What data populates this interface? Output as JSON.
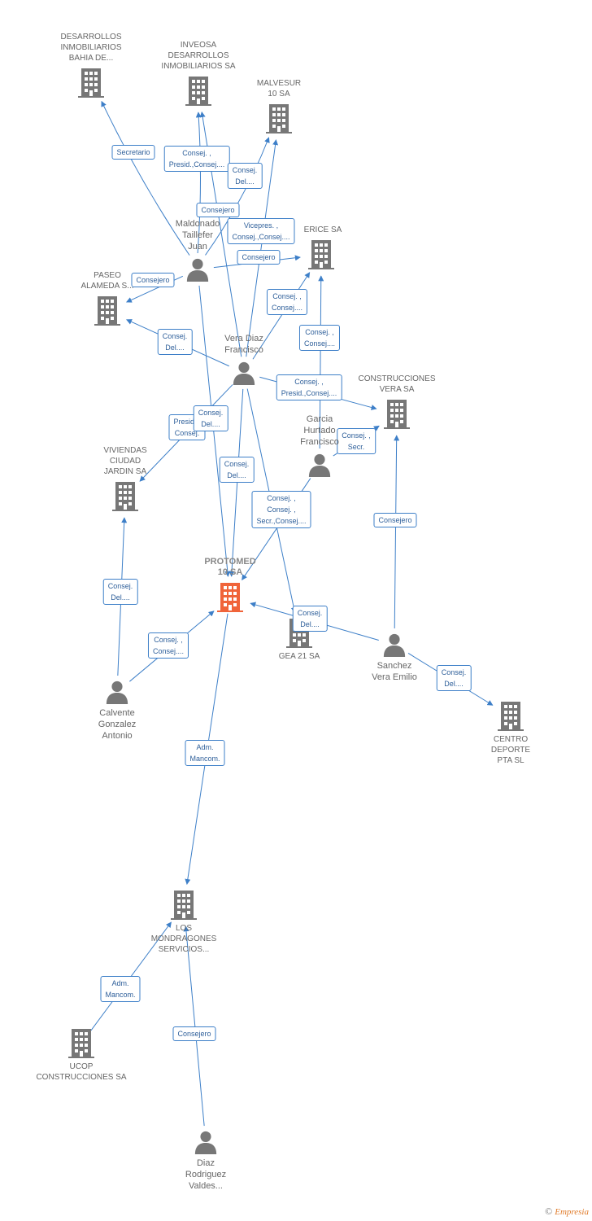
{
  "colors": {
    "edge": "#3d7fc8",
    "icon": "#777777",
    "main_icon": "#f0643a",
    "label": "#666666"
  },
  "nodes": [
    {
      "id": "desarrollos",
      "kind": "company",
      "label": "DESARROLLOS\nINMOBILIARIOS\nBAHIA DE...",
      "icon": "building-icon"
    },
    {
      "id": "inveosa",
      "kind": "company",
      "label": "INVEOSA\nDESARROLLOS\nINMOBILIARIOS SA",
      "icon": "building-icon"
    },
    {
      "id": "malvesur",
      "kind": "company",
      "label": "MALVESUR\n10 SA",
      "icon": "building-icon"
    },
    {
      "id": "maldonado",
      "kind": "person",
      "label": "Maldonado\nTaillefer\nJuan",
      "icon": "person-icon"
    },
    {
      "id": "erice",
      "kind": "company",
      "label": "ERICE SA",
      "icon": "building-icon"
    },
    {
      "id": "paseo",
      "kind": "company",
      "label": "PASEO\nALAMEDA S...",
      "icon": "building-icon"
    },
    {
      "id": "vera_diaz",
      "kind": "person",
      "label": "Vera Diaz\nFrancisco",
      "icon": "person-icon"
    },
    {
      "id": "construcciones",
      "kind": "company",
      "label": "CONSTRUCCIONES\nVERA SA",
      "icon": "building-icon"
    },
    {
      "id": "garcia",
      "kind": "person",
      "label": "Garcia\nHurtado\nFrancisco",
      "icon": "person-icon"
    },
    {
      "id": "viviendas",
      "kind": "company",
      "label": "VIVIENDAS\nCIUDAD\nJARDIN SA",
      "icon": "building-icon"
    },
    {
      "id": "protomed",
      "kind": "company",
      "label": "PROTOMED\n10 SA",
      "icon": "building-icon",
      "main": true
    },
    {
      "id": "gea21",
      "kind": "company",
      "label": "GEA 21 SA",
      "icon": "building-icon"
    },
    {
      "id": "sanchez",
      "kind": "person",
      "label": "Sanchez\nVera Emilio",
      "icon": "person-icon"
    },
    {
      "id": "calvente",
      "kind": "person",
      "label": "Calvente\nGonzalez\nAntonio",
      "icon": "person-icon"
    },
    {
      "id": "centro",
      "kind": "company",
      "label": "CENTRO\nDEPORTE\nPTA SL",
      "icon": "building-icon"
    },
    {
      "id": "mondragones",
      "kind": "company",
      "label": "LOS\nMONDRAGONES\nSERVICIOS...",
      "icon": "building-icon"
    },
    {
      "id": "ucop",
      "kind": "company",
      "label": "UCOP\nCONSTRUCCIONES SA",
      "icon": "building-icon"
    },
    {
      "id": "diaz",
      "kind": "person",
      "label": "Diaz\nRodriguez\nValdes...",
      "icon": "person-icon"
    }
  ],
  "edges": [
    {
      "from": "maldonado",
      "to": "desarrollos",
      "label": "Secretario"
    },
    {
      "from": "maldonado",
      "to": "inveosa",
      "label": "Consej. ,\nPresid.,Consej...."
    },
    {
      "from": "maldonado",
      "to": "malvesur",
      "label": "Consej.\nDel...."
    },
    {
      "from": "vera_diaz",
      "to": "inveosa",
      "label": "Consejero"
    },
    {
      "from": "vera_diaz",
      "to": "malvesur",
      "label": "Vicepres. ,\nConsej.,Consej...."
    },
    {
      "from": "maldonado",
      "to": "erice",
      "label": "Consejero"
    },
    {
      "from": "maldonado",
      "to": "paseo",
      "label": "Consejero"
    },
    {
      "from": "vera_diaz",
      "to": "erice",
      "label": "Consej. ,\nConsej...."
    },
    {
      "from": "garcia",
      "to": "erice",
      "label": "Consej. ,\nConsej...."
    },
    {
      "from": "vera_diaz",
      "to": "paseo",
      "label": "Consej.\nDel...."
    },
    {
      "from": "vera_diaz",
      "to": "construcciones",
      "label": "Consej. ,\nPresid.,Consej...."
    },
    {
      "from": "vera_diaz",
      "to": "viviendas",
      "label": "Presid. ,\nConsej."
    },
    {
      "from": "maldonado",
      "to": "protomed",
      "label": "Consej.\nDel...."
    },
    {
      "from": "vera_diaz",
      "to": "protomed",
      "label": "Consej.\nDel...."
    },
    {
      "from": "garcia",
      "to": "construcciones",
      "label": "Consej. ,\nSecr."
    },
    {
      "from": "garcia",
      "to": "protomed",
      "label": "Consej. ,\nConsej. ,\nSecr.,Consej...."
    },
    {
      "from": "vera_diaz",
      "to": "gea21",
      "label": ""
    },
    {
      "from": "sanchez",
      "to": "construcciones",
      "label": "Consejero"
    },
    {
      "from": "calvente",
      "to": "viviendas",
      "label": "Consej.\nDel...."
    },
    {
      "from": "calvente",
      "to": "protomed",
      "label": "Consej. ,\nConsej...."
    },
    {
      "from": "sanchez",
      "to": "protomed",
      "label": "Consej.\nDel...."
    },
    {
      "from": "sanchez",
      "to": "centro",
      "label": "Consej.\nDel...."
    },
    {
      "from": "protomed",
      "to": "mondragones",
      "label": "Adm.\nMancom."
    },
    {
      "from": "ucop",
      "to": "mondragones",
      "label": "Adm.\nMancom."
    },
    {
      "from": "diaz",
      "to": "mondragones",
      "label": "Consejero"
    }
  ],
  "copyright": {
    "symbol": "©",
    "brand": "Empresia"
  }
}
